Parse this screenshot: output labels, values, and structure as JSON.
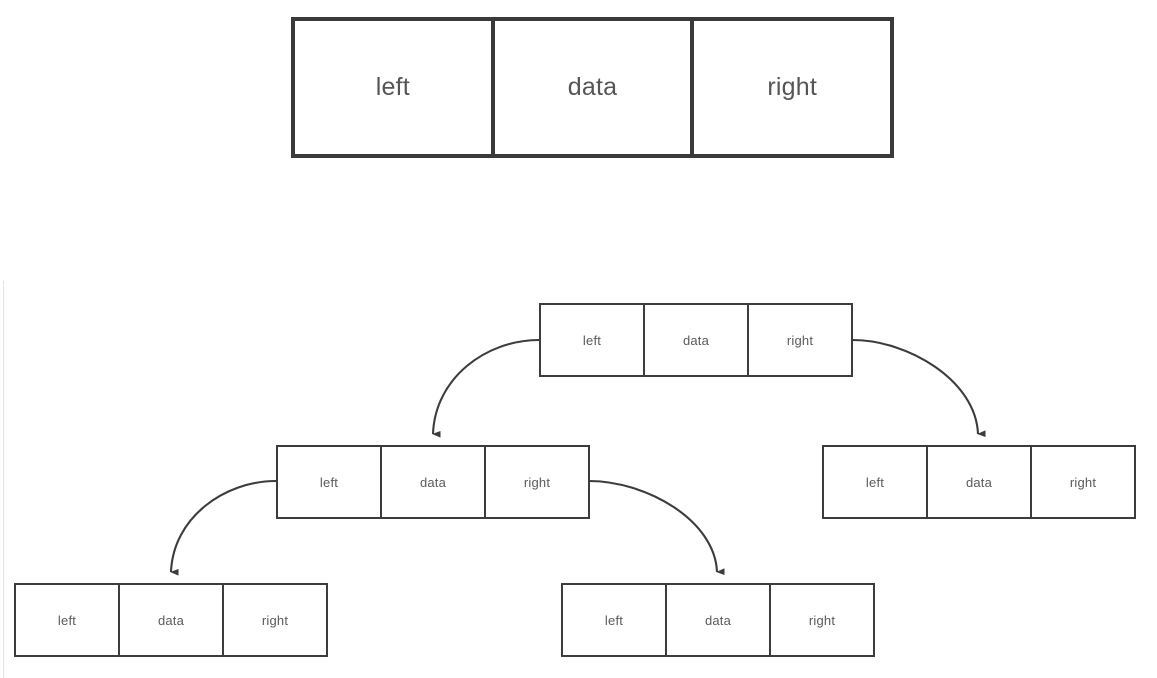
{
  "diagram": {
    "title": "binary-tree-node-layout",
    "field_labels": {
      "left": "left",
      "data": "data",
      "right": "right"
    },
    "colors": {
      "node_border": "#3c3c3c",
      "hero_border": "#3a3a3a",
      "text": "#5a5a5a",
      "connector": "#3c3c3c",
      "background": "#ffffff",
      "canvas_rule": "#e3e3e3"
    },
    "hero_node": {
      "name": "node-structure-legend",
      "cells": [
        {
          "label": "left"
        },
        {
          "label": "data"
        },
        {
          "label": "right"
        }
      ]
    },
    "tree": {
      "nodes": [
        {
          "id": "root",
          "cells": [
            {
              "label": "left"
            },
            {
              "label": "data"
            },
            {
              "label": "right"
            }
          ]
        },
        {
          "id": "left-child",
          "cells": [
            {
              "label": "left"
            },
            {
              "label": "data"
            },
            {
              "label": "right"
            }
          ]
        },
        {
          "id": "right-child",
          "cells": [
            {
              "label": "left"
            },
            {
              "label": "data"
            },
            {
              "label": "right"
            }
          ]
        },
        {
          "id": "leaf-a",
          "cells": [
            {
              "label": "left"
            },
            {
              "label": "data"
            },
            {
              "label": "right"
            }
          ]
        },
        {
          "id": "leaf-b",
          "cells": [
            {
              "label": "left"
            },
            {
              "label": "data"
            },
            {
              "label": "right"
            }
          ]
        }
      ],
      "edges": [
        {
          "id": "root-to-left-child",
          "from": "root",
          "from_port": "left",
          "to": "left-child"
        },
        {
          "id": "root-to-right-child",
          "from": "root",
          "from_port": "right",
          "to": "right-child"
        },
        {
          "id": "left-child-to-leaf-a",
          "from": "left-child",
          "from_port": "left",
          "to": "leaf-a"
        },
        {
          "id": "left-child-to-leaf-b",
          "from": "left-child",
          "from_port": "right",
          "to": "leaf-b"
        }
      ]
    }
  }
}
